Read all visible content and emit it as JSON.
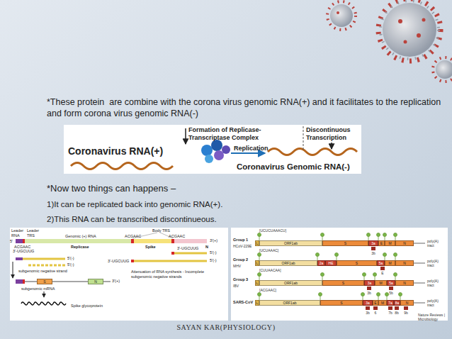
{
  "diagram": {
    "nodes": [
      {
        "text": [
          "S"
        ]
      },
      {
        "text": [
          "N"
        ]
      },
      {
        "text": [
          "L"
        ]
      },
      {
        "text": [
          "ORF1ab"
        ]
      },
      {
        "text": [
          "S"
        ]
      },
      {
        "text": [
          "3a"
        ]
      },
      {
        "text": [
          "E"
        ]
      },
      {
        "text": [
          "M"
        ]
      },
      {
        "text": [
          "N"
        ]
      },
      {
        "text": [
          "L"
        ]
      },
      {
        "text": [
          "ORF1ab"
        ]
      },
      {
        "text": [
          "2a"
        ]
      },
      {
        "text": [
          "HE"
        ]
      },
      {
        "text": [
          "S"
        ]
      },
      {
        "text": [
          "5a"
        ]
      },
      {
        "text": [
          "M"
        ]
      },
      {
        "text": [
          "N"
        ]
      },
      {
        "text": [
          "L"
        ]
      },
      {
        "text": [
          "ORF1ab"
        ]
      },
      {
        "text": [
          "S"
        ]
      },
      {
        "text": [
          "3a"
        ]
      },
      {
        "text": [
          "M"
        ]
      },
      {
        "text": [
          "5a"
        ]
      },
      {
        "text": [
          "N"
        ]
      },
      {
        "text": [
          "L"
        ]
      },
      {
        "text": [
          "ORF1ab"
        ]
      },
      {
        "text": [
          "S"
        ]
      },
      {
        "text": [
          "3a"
        ]
      },
      {
        "text": [
          "E"
        ]
      },
      {
        "text": [
          "M"
        ]
      },
      {
        "text": [
          "7a"
        ]
      },
      {
        "text": [
          "8a"
        ]
      },
      {
        "text": [
          "N"
        ]
      }
    ],
    "labels": [
      "*These protein  are combine with the corona virus genomic RNA(+) and it facilitates to the replication and form corona virus genomic RNA(-)",
      "Formation of Replicase- Transcriptase Complex",
      "Discontinuous Transcription",
      "Coronavirus RNA(+)",
      "Replication",
      "Coronavirus Genomic RNA(-)",
      "*Now two things can happens –",
      "1)It can be replicated back into genomic RNA(+).",
      "2)This RNA can be transcribed discontinueous.",
      "Leader RNA",
      "Leader TRS",
      "Genomic (+) RNA",
      "Body TRS",
      "ACGAAC",
      "ACGAAC",
      "5'",
      "3'(+)",
      "ACGAAC",
      "3'-UGCUUG",
      "Replicase",
      "Spike",
      "3'-UGCUUG",
      "N",
      "5'(-)",
      "3'-UGCUUG",
      "5'(-)",
      "5'(-)",
      "5'(-)",
      "subgenomic negative strand",
      "Attenuation of RNA synthesis - Incomplete subgenomic negative strands",
      "subgenomic mRNA",
      "3'(+)",
      "Spike glycoprotein",
      "Group 1",
      "HCoV-229E",
      "[UCUCUAAACU]",
      "poly(A) tract",
      "3b",
      "Group 2",
      "MHV",
      "[UCUAAAC]",
      "poly(A) tract",
      "E",
      "Group 3",
      "IBV",
      "[CUUAACAA]",
      "poly(A) tract",
      "3b",
      "5b",
      "SARS-CoV",
      "[ACGAAC]",
      "poly(A) tract",
      "3b",
      "6",
      "7b",
      "8b",
      "9b",
      "Nature Reviews | Microbiology",
      "SAYAN KAR(PHYSIOLOGY)"
    ]
  }
}
